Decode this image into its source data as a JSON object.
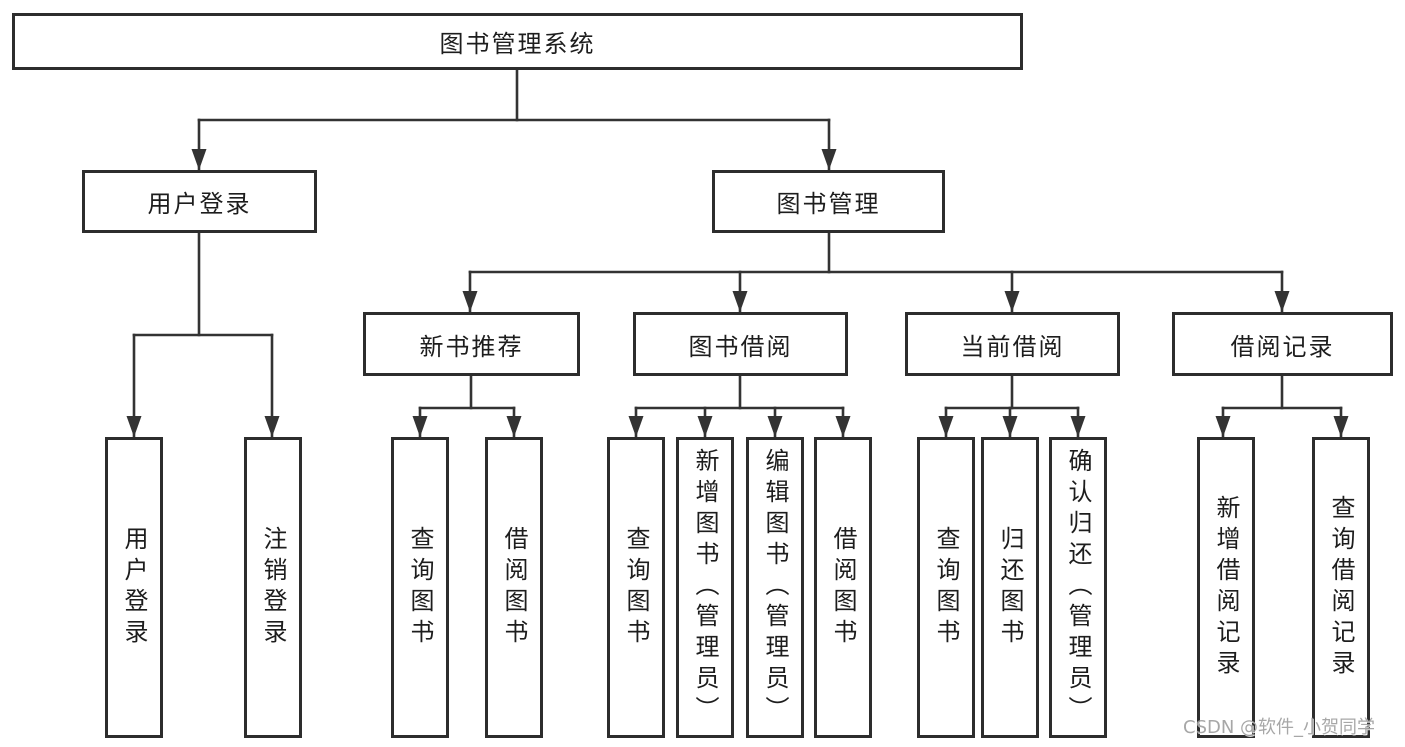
{
  "tree": {
    "label": "图书管理系统",
    "children": [
      {
        "label": "用户登录",
        "children": [
          {
            "label": "用户登录"
          },
          {
            "label": "注销登录"
          }
        ]
      },
      {
        "label": "图书管理",
        "children": [
          {
            "label": "新书推荐",
            "children": [
              {
                "label": "查询图书"
              },
              {
                "label": "借阅图书"
              }
            ]
          },
          {
            "label": "图书借阅",
            "children": [
              {
                "label": "查询图书"
              },
              {
                "label": "新增图书（管理员）"
              },
              {
                "label": "编辑图书（管理员）"
              },
              {
                "label": "借阅图书"
              }
            ]
          },
          {
            "label": "当前借阅",
            "children": [
              {
                "label": "查询图书"
              },
              {
                "label": "归还图书"
              },
              {
                "label": "确认归还（管理员）"
              }
            ]
          },
          {
            "label": "借阅记录",
            "children": [
              {
                "label": "新增借阅记录"
              },
              {
                "label": "查询借阅记录"
              }
            ]
          }
        ]
      }
    ]
  },
  "watermark": "CSDN @软件_小贺同学",
  "colors": {
    "line": "#333333",
    "box_border": "#2d2d2d",
    "text": "#1d1d1d",
    "background": "#ffffff",
    "watermark": "#9d9d9d"
  }
}
